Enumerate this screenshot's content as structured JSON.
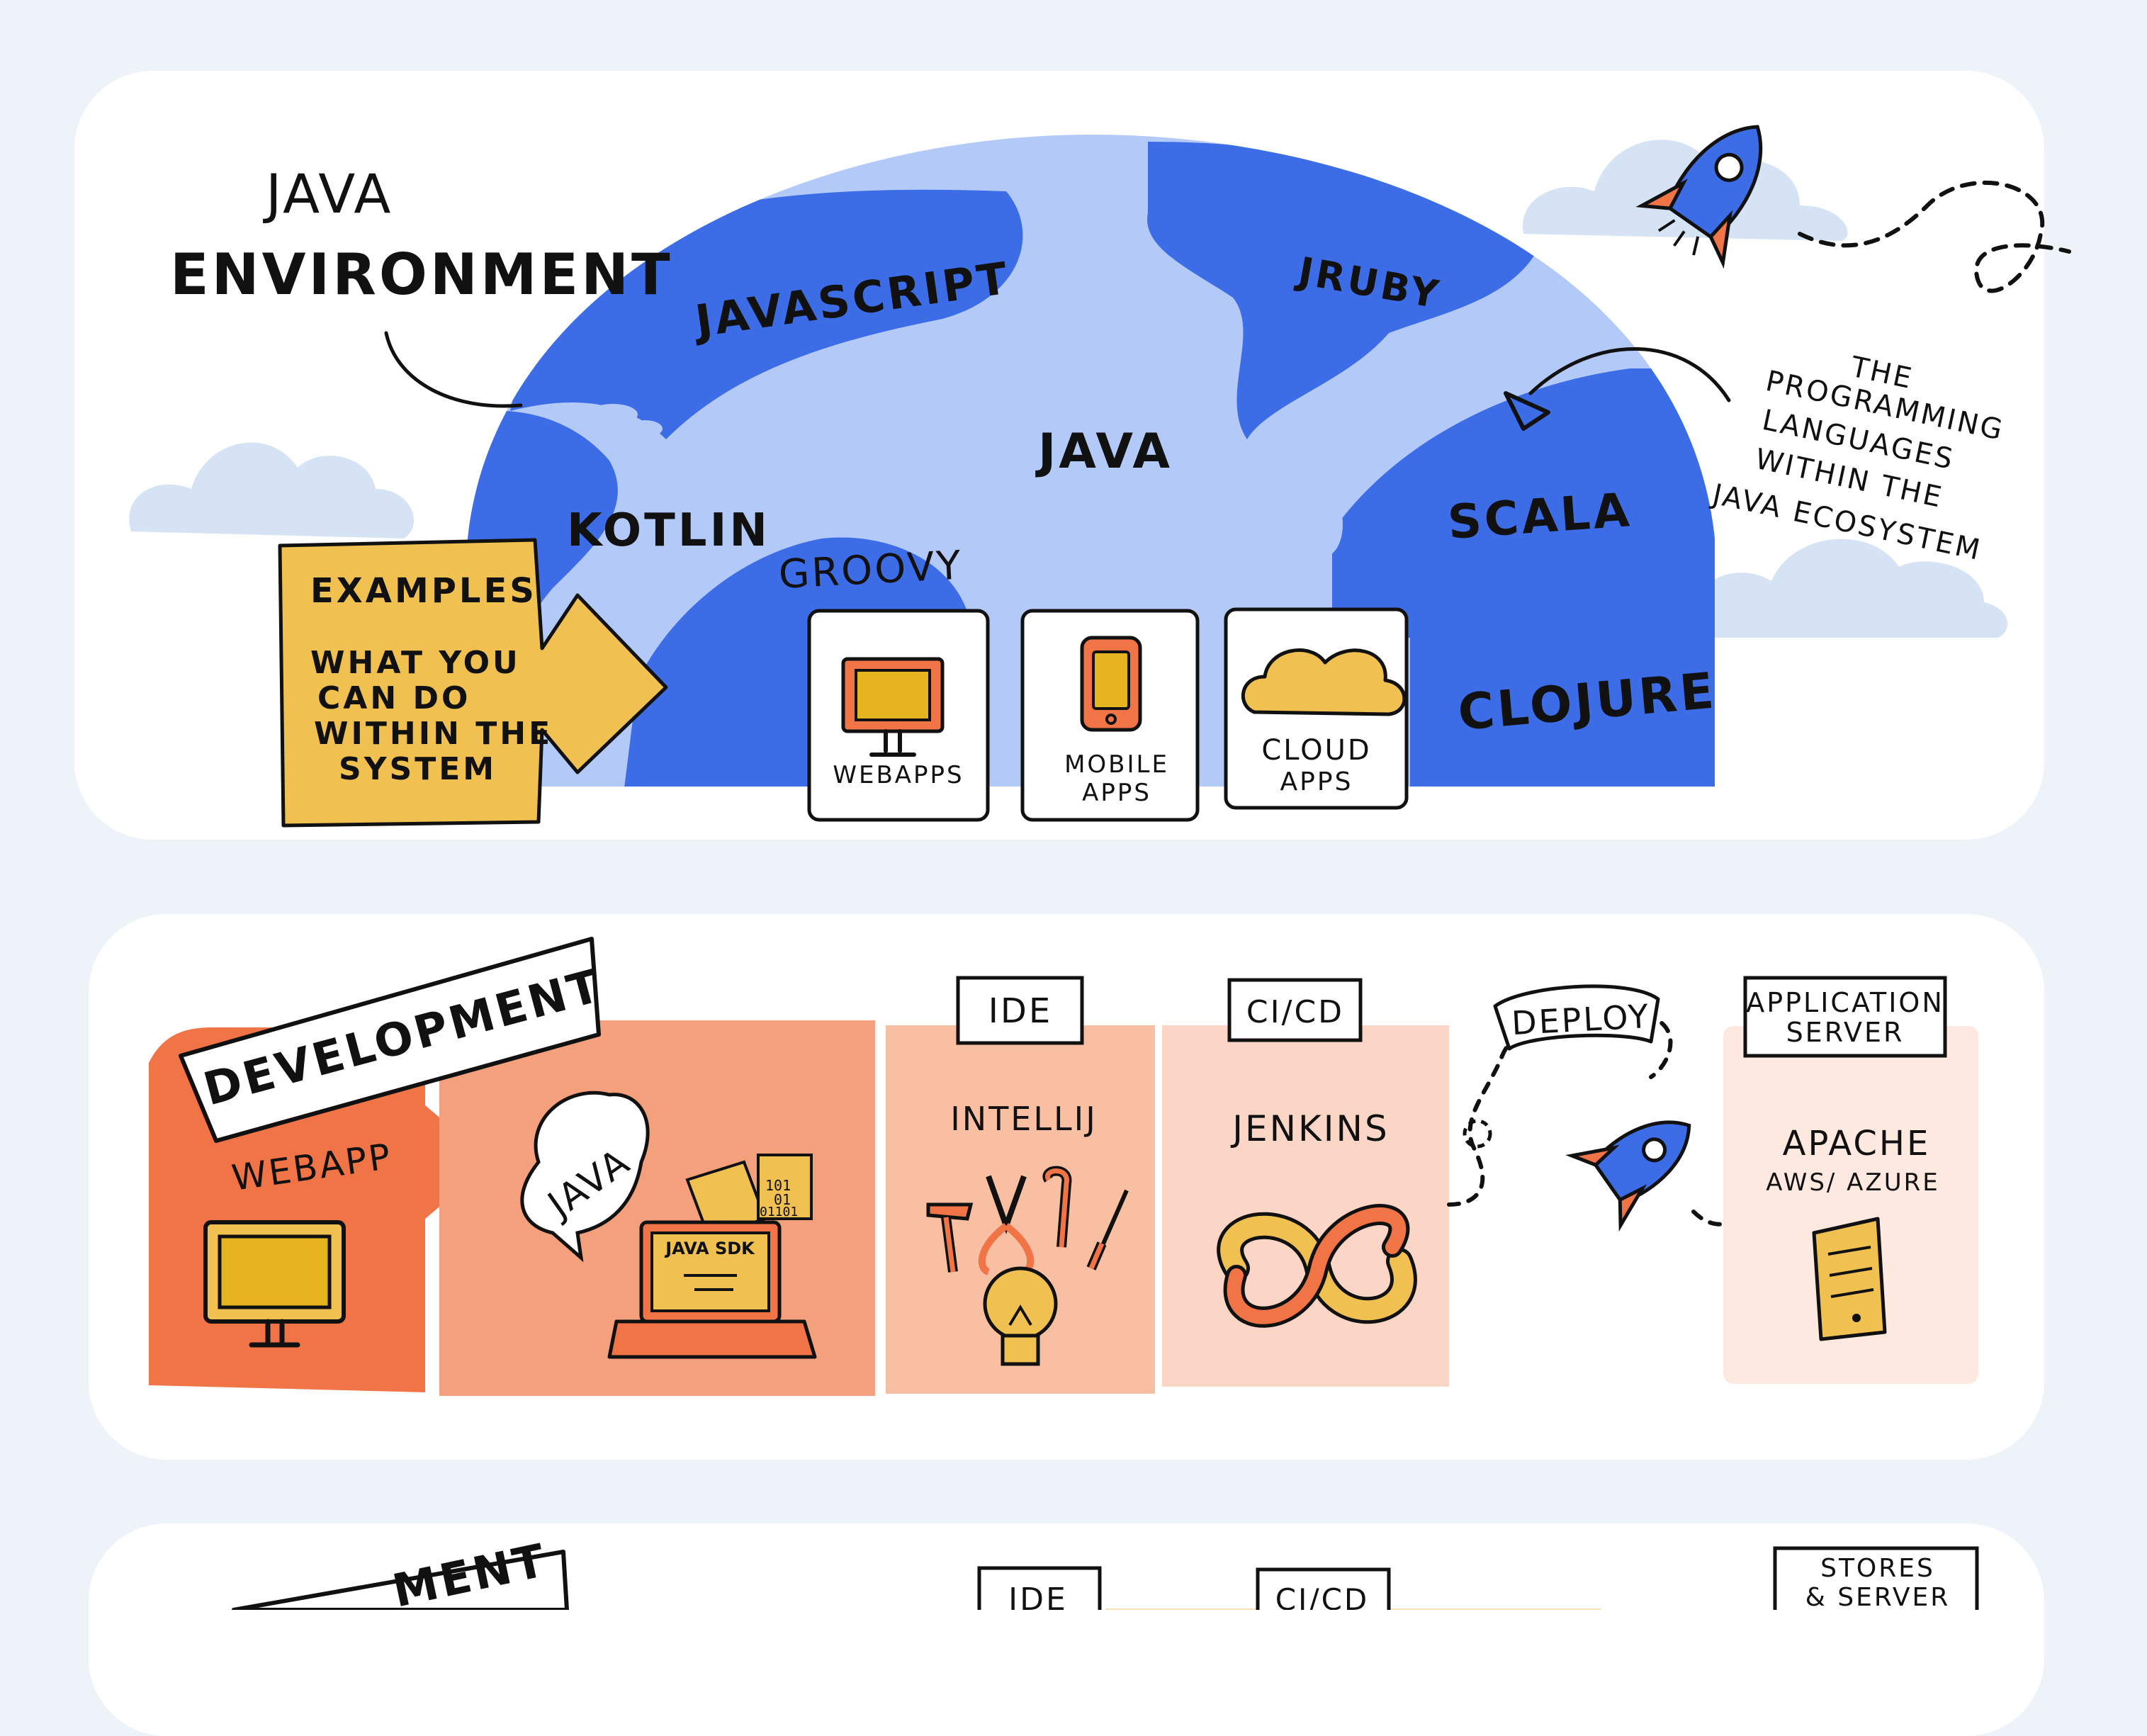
{
  "ecosystem": {
    "title_line1": "JAVA",
    "title_line2": "ENVIRONMENT",
    "center_language": "JAVA",
    "languages": {
      "javascript": "JAVASCRIPT",
      "jruby": "JRUBY",
      "kotlin": "KOTLIN",
      "groovy": "GROOVY",
      "scala": "SCALA",
      "clojure": "CLOJURE"
    },
    "annotation": [
      "THE",
      "PROGRAMMING",
      "LANGUAGES",
      "WITHIN THE",
      "JAVA ECOSYSTEM"
    ],
    "examples": {
      "heading": "EXAMPLES",
      "body": [
        "WHAT YOU",
        "CAN DO",
        "WITHIN THE",
        "SYSTEM"
      ]
    },
    "apps": [
      {
        "label": [
          "WEBAPPS"
        ]
      },
      {
        "label": [
          "MOBILE",
          "APPS"
        ]
      },
      {
        "label": [
          "CLOUD",
          "APPS"
        ]
      }
    ]
  },
  "development": {
    "banner": "DEVELOPMENT",
    "webapp_label": "WEBAPP",
    "speech_bubble": "JAVA",
    "laptop_screen": "JAVA SDK",
    "doc_binary": [
      "101",
      "01",
      "01101"
    ],
    "stages": [
      {
        "tag": "IDE",
        "title": "INTELLIJ"
      },
      {
        "tag": "CI/CD",
        "title": "JENKINS"
      }
    ],
    "deploy_label": "DEPLOY",
    "server_tag": [
      "APPLICATION",
      "SERVER"
    ],
    "server_title": "APACHE",
    "server_subtitle": "AWS/ AZURE"
  },
  "third_row": {
    "banner_partial": "MENT",
    "tag_ide": "IDE",
    "tag_cicd": "CI/CD",
    "tag_stores": [
      "STORES",
      "& SERVER"
    ]
  },
  "colors": {
    "globe_dark": "#3d6de6",
    "globe_light": "#b3c9f8",
    "cloud": "#d6e3f4",
    "yellow": "#f0c150",
    "orange": "#f07446",
    "salmon": "#f5a07c",
    "peach": "#f8bfa3",
    "blush": "#fbd6c6",
    "pale": "#fde9e0"
  }
}
